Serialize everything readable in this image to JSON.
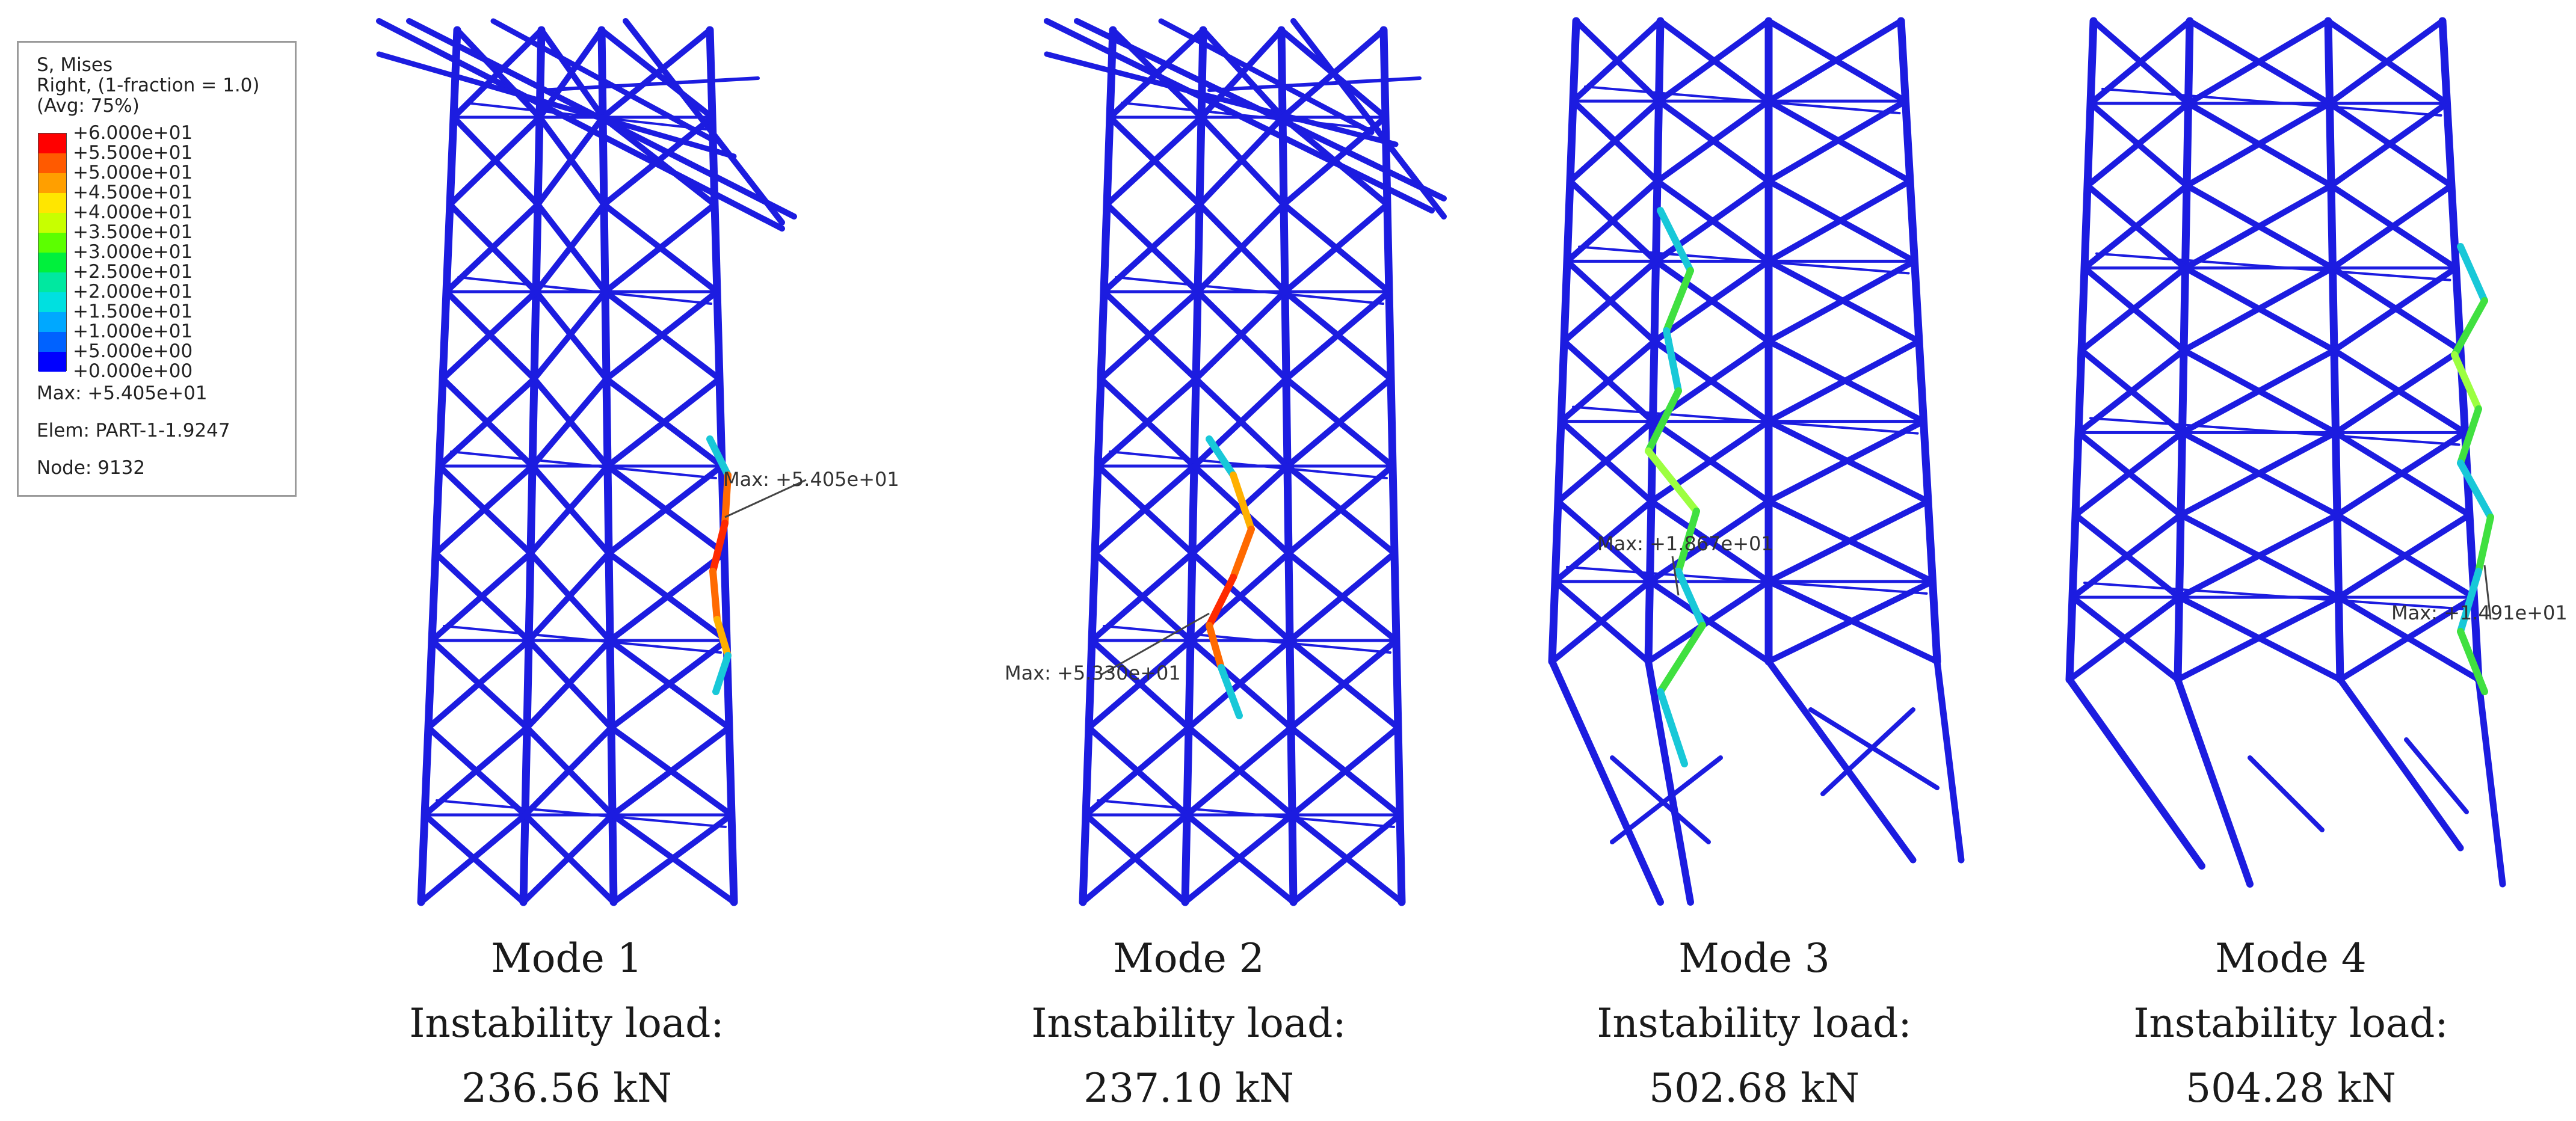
{
  "legend": {
    "title": "S, Mises",
    "subtitle": "Right, (1-fraction = 1.0)",
    "avg": "(Avg: 75%)",
    "levels": [
      "+6.000e+01",
      "+5.500e+01",
      "+5.000e+01",
      "+4.500e+01",
      "+4.000e+01",
      "+3.500e+01",
      "+3.000e+01",
      "+2.500e+01",
      "+2.000e+01",
      "+1.500e+01",
      "+1.000e+01",
      "+5.000e+00",
      "+0.000e+00"
    ],
    "band_colors": [
      "#ff0000",
      "#ff5a00",
      "#ff9f00",
      "#ffe600",
      "#c8ff00",
      "#5cff00",
      "#00f03c",
      "#00e8a0",
      "#00e0e0",
      "#00a8ff",
      "#0062ff",
      "#0000ff"
    ],
    "max": "Max: +5.405e+01",
    "elem": "Elem: PART-1-1.9247",
    "node": "Node: 9132"
  },
  "colors": {
    "frame": "#1c1ce0",
    "mid": "#18c8d8",
    "high": "#ff6a00",
    "green": "#40e040"
  },
  "modes": [
    {
      "name": "Mode 1",
      "load_label": "Instability load:",
      "load": "236.56 kN",
      "max_label": "Max: +5.405e+01"
    },
    {
      "name": "Mode 2",
      "load_label": "Instability load:",
      "load": "237.10 kN",
      "max_label": "Max: +5.330e+01"
    },
    {
      "name": "Mode 3",
      "load_label": "Instability load:",
      "load": "502.68 kN",
      "max_label": "Max: +1.867e+01"
    },
    {
      "name": "Mode 4",
      "load_label": "Instability load:",
      "load": "504.28 kN",
      "max_label": "Max: +1.491e+01"
    }
  ]
}
